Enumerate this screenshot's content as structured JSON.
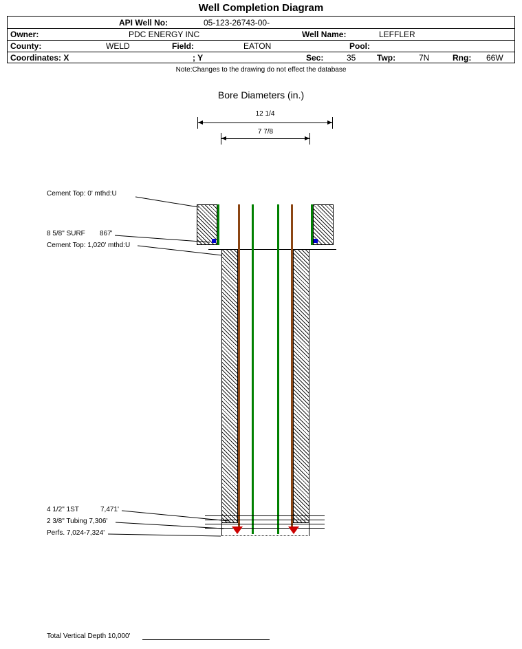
{
  "title": "Well Completion Diagram",
  "header": {
    "api_label": "API Well No:",
    "api_value": "05-123-26743-00-",
    "owner_label": "Owner:",
    "owner_value": "PDC ENERGY INC",
    "well_name_label": "Well Name:",
    "well_name_value": "LEFFLER",
    "county_label": "County:",
    "county_value": "WELD",
    "field_label": "Field:",
    "field_value": "EATON",
    "pool_label": "Pool:",
    "coordinates_label": "Coordinates: X",
    "coordinates_y_label": "; Y",
    "sec_label": "Sec:",
    "sec_value": "35",
    "twp_label": "Twp:",
    "twp_value": "7N",
    "rng_label": "Rng:",
    "rng_value": "66W"
  },
  "note": "Note:Changes to the drawing do not effect the database",
  "bore_diameters": {
    "heading": "Bore Diameters (in.)",
    "outer": "12 1/4",
    "inner": "7 7/8"
  },
  "annotations": {
    "cement_top_surface": "Cement Top: 0' mthd:U",
    "surface_casing": "8 5/8\" SURF",
    "surface_casing_depth": "867'",
    "cement_top_production": "Cement Top: 1,020' mthd:U",
    "production_casing": "4 1/2\" 1ST",
    "production_casing_depth": "7,471'",
    "tubing": "2 3/8\" Tubing 7,306'",
    "perforations": "Perfs. 7,024-7,324'",
    "total_vertical_depth": "Total Vertical Depth 10,000'"
  },
  "colors": {
    "green_casing_line": "#008000",
    "brown_casing_line": "#8b4513",
    "blue_shoe_marker": "#0000cc",
    "red_perforation_marker": "#cc0000",
    "ink": "#000000"
  }
}
